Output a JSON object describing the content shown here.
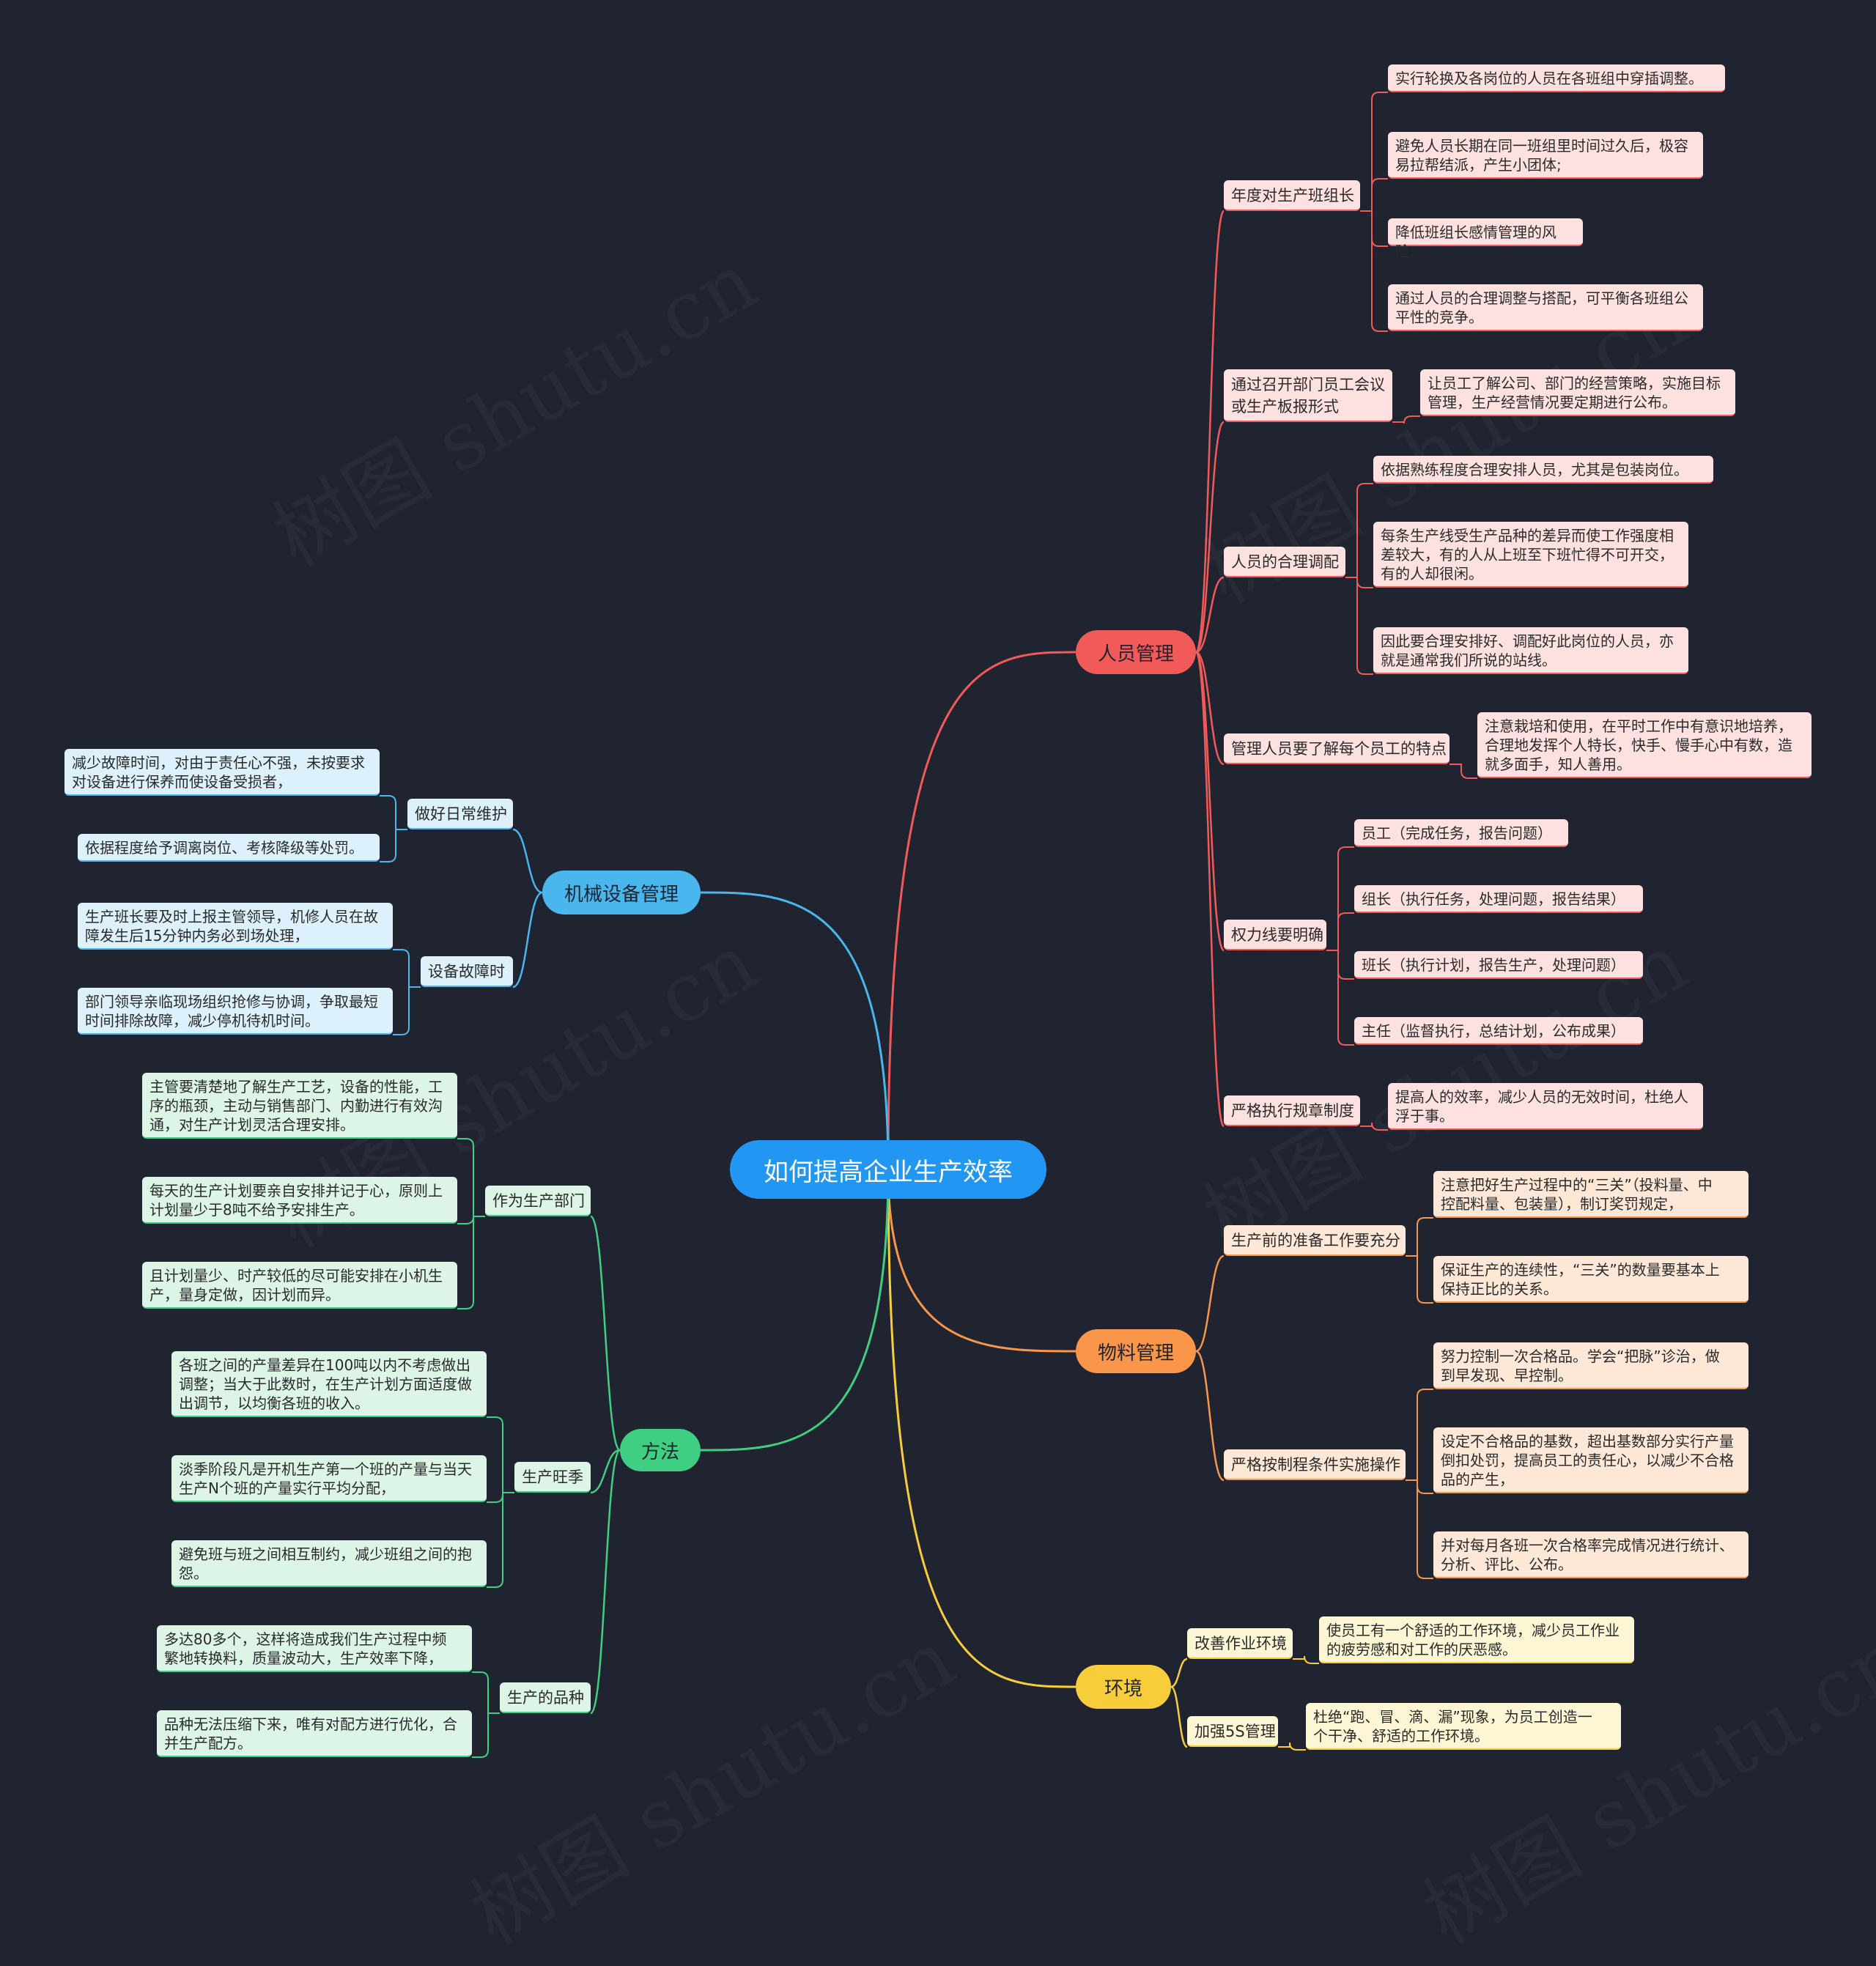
{
  "root": {
    "label": "如何提高企业生产效率"
  },
  "branches": [
    {
      "id": "renyuan",
      "label": "人员管理",
      "color": "#f25a5a",
      "light": "#fde1e1",
      "children": [
        {
          "label": "年度对生产班组长",
          "leaves": [
            [
              "实行轮换及各岗位的人员在各班组中穿插调整。"
            ],
            [
              "避免人员长期在同一班组里时间过久后，极容",
              "易拉帮结派，产生小团体;"
            ],
            [
              "降低班组长感情管理的风险;"
            ],
            [
              "通过人员的合理调整与搭配，可平衡各班组公",
              "平性的竞争。"
            ]
          ]
        },
        {
          "label": [
            "通过召开部门员工会议",
            "或生产板报形式"
          ],
          "leaves": [
            [
              "让员工了解公司、部门的经营策略，实施目标",
              "管理，生产经营情况要定期进行公布。"
            ]
          ]
        },
        {
          "label": "人员的合理调配",
          "leaves": [
            [
              "依据熟练程度合理安排人员，尤其是包装岗位。"
            ],
            [
              "每条生产线受生产品种的差异而使工作强度相",
              "差较大，有的人从上班至下班忙得不可开交，",
              "有的人却很闲。"
            ],
            [
              "因此要合理安排好、调配好此岗位的人员，亦",
              "就是通常我们所说的站线。"
            ]
          ]
        },
        {
          "label": "管理人员要了解每个员工的特点",
          "leaves": [
            [
              "注意栽培和使用，在平时工作中有意识地培养，",
              "合理地发挥个人特长，快手、慢手心中有数，造",
              "就多面手，知人善用。"
            ]
          ]
        },
        {
          "label": "权力线要明确",
          "leaves": [
            [
              "员工（完成任务，报告问题）"
            ],
            [
              "组长（执行任务，处理问题，报告结果）"
            ],
            [
              "班长（执行计划，报告生产，处理问题）"
            ],
            [
              "主任（监督执行，总结计划，公布成果）"
            ]
          ]
        },
        {
          "label": "严格执行规章制度",
          "leaves": [
            [
              "提高人的效率，减少人员的无效时间，杜绝人",
              "浮于事。"
            ]
          ]
        }
      ]
    },
    {
      "id": "wuliao",
      "label": "物料管理",
      "color": "#f9964a",
      "light": "#fde8d8",
      "children": [
        {
          "label": "生产前的准备工作要充分",
          "leaves": [
            [
              "注意把好生产过程中的“三关”（投料量、中",
              "控配料量、包装量），制订奖罚规定，"
            ],
            [
              "保证生产的连续性，“三关”的数量要基本上",
              "保持正比的关系。"
            ]
          ]
        },
        {
          "label": "严格按制程条件实施操作",
          "leaves": [
            [
              "努力控制一次合格品。学会“把脉”诊治，做",
              "到早发现、早控制。"
            ],
            [
              "设定不合格品的基数，超出基数部分实行产量",
              "倒扣处罚，提高员工的责任心，以减少不合格",
              "品的产生，"
            ],
            [
              "并对每月各班一次合格率完成情况进行统计、",
              "分析、评比、公布。"
            ]
          ]
        }
      ]
    },
    {
      "id": "huanjing",
      "label": "环境",
      "color": "#f7cd3b",
      "light": "#fdf6d4",
      "children": [
        {
          "label": "改善作业环境",
          "leaves": [
            [
              "使员工有一个舒适的工作环境，减少员工作业",
              "的疲劳感和对工作的厌恶感。"
            ]
          ]
        },
        {
          "label": "加强5S管理",
          "leaves": [
            [
              "杜绝“跑、冒、滴、漏”现象，为员工创造一",
              "个干净、舒适的工作环境。"
            ]
          ]
        }
      ]
    },
    {
      "id": "jixie",
      "label": "机械设备管理",
      "color": "#4ab6ee",
      "light": "#dcf1fb",
      "children": [
        {
          "label": "做好日常维护",
          "leaves": [
            [
              "减少故障时间，对由于责任心不强，未按要求",
              "对设备进行保养而使设备受损者，"
            ],
            [
              "依据程度给予调离岗位、考核降级等处罚。"
            ]
          ]
        },
        {
          "label": "设备故障时",
          "leaves": [
            [
              "生产班长要及时上报主管领导，机修人员在故",
              "障发生后15分钟内务必到场处理，"
            ],
            [
              "部门领导亲临现场组织抢修与协调，争取最短",
              "时间排除故障，减少停机待机时间。"
            ]
          ]
        }
      ]
    },
    {
      "id": "fangfa",
      "label": "方法",
      "color": "#3fcf82",
      "light": "#dcf5e7",
      "children": [
        {
          "label": "作为生产部门",
          "leaves": [
            [
              "主管要清楚地了解生产工艺，设备的性能，工",
              "序的瓶颈，主动与销售部门、内勤进行有效沟",
              "通，对生产计划灵活合理安排。"
            ],
            [
              "每天的生产计划要亲自安排并记于心，原则上",
              "计划量少于8吨不给予安排生产。"
            ],
            [
              "且计划量少、时产较低的尽可能安排在小机生",
              "产，量身定做，因计划而异。"
            ]
          ]
        },
        {
          "label": "生产旺季",
          "leaves": [
            [
              "各班之间的产量差异在100吨以内不考虑做出",
              "调整；当大于此数时，在生产计划方面适度做",
              "出调节，以均衡各班的收入。"
            ],
            [
              "淡季阶段凡是开机生产第一个班的产量与当天",
              "生产N个班的产量实行平均分配，"
            ],
            [
              "避免班与班之间相互制约，减少班组之间的抱",
              "怨。"
            ]
          ]
        },
        {
          "label": "生产的品种",
          "leaves": [
            [
              "多达80多个，这样将造成我们生产过程中频",
              "繁地转换料，质量波动大，生产效率下降，"
            ],
            [
              "品种无法压缩下来，唯有对配方进行优化，合",
              "并生产配方。"
            ]
          ]
        }
      ]
    }
  ],
  "watermark": "树图 shutu.cn"
}
